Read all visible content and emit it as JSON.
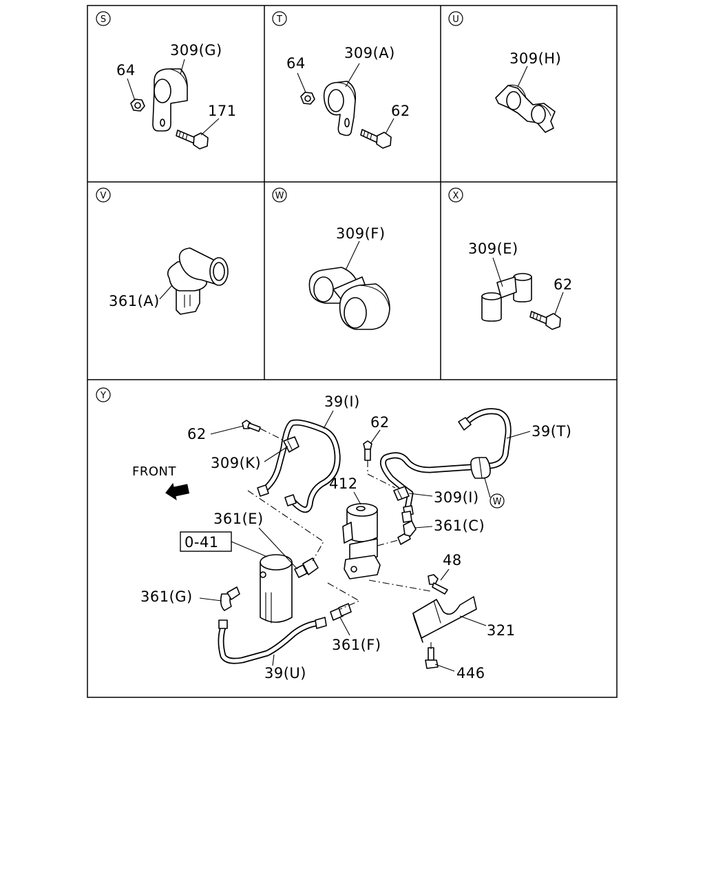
{
  "panels": [
    {
      "id": "S",
      "labels": [
        "309(G)",
        "64",
        "171"
      ]
    },
    {
      "id": "T",
      "labels": [
        "309(A)",
        "64",
        "62"
      ]
    },
    {
      "id": "U",
      "labels": [
        "309(H)"
      ]
    },
    {
      "id": "V",
      "labels": [
        "361(A)"
      ]
    },
    {
      "id": "W",
      "labels": [
        "309(F)"
      ]
    },
    {
      "id": "X",
      "labels": [
        "309(E)",
        "62"
      ]
    },
    {
      "id": "Y",
      "labels": [
        "39(I)",
        "62",
        "39(T)",
        "62",
        "309(K)",
        "FRONT",
        "412",
        "309(I)",
        "W",
        "361(E)",
        "361(C)",
        "0-41",
        "48",
        "361(G)",
        "321",
        "361(F)",
        "446",
        "39(U)"
      ]
    }
  ]
}
